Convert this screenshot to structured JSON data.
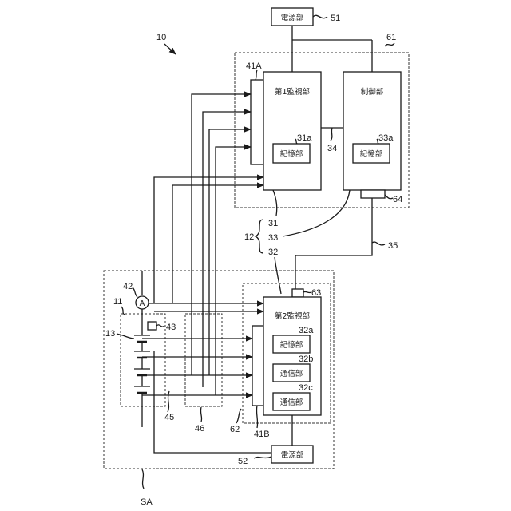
{
  "figure_number": "10",
  "system_label": "SA",
  "power_supply_1": {
    "label": "電源部",
    "ref": "51"
  },
  "power_supply_2": {
    "label": "電源部",
    "ref": "52"
  },
  "control_board": {
    "ref": "61"
  },
  "battery_board": {
    "ref": "62"
  },
  "first_monitor": {
    "label": "第1監視部",
    "ref": "41A"
  },
  "second_monitor": {
    "label": "第2監視部",
    "ref": "41B"
  },
  "controller": {
    "label": "制御部"
  },
  "storage_31a": {
    "label": "記憶部",
    "ref": "31a"
  },
  "storage_33a": {
    "label": "記憶部",
    "ref": "33a"
  },
  "storage_32a": {
    "label": "記憶部",
    "ref": "32a"
  },
  "comm_32b": {
    "label": "通信部",
    "ref": "32b"
  },
  "comm_32c": {
    "label": "通信部",
    "ref": "32c"
  },
  "ref_34": "34",
  "ref_35": "35",
  "ref_64": "64",
  "ref_63": "63",
  "group_12": {
    "ref": "12",
    "items": [
      "31",
      "33",
      "32"
    ]
  },
  "ammeter": {
    "symbol": "A",
    "ref": "42"
  },
  "ref_11": "11",
  "ref_13": "13",
  "ref_43": "43",
  "ref_45": "45",
  "ref_46": "46"
}
